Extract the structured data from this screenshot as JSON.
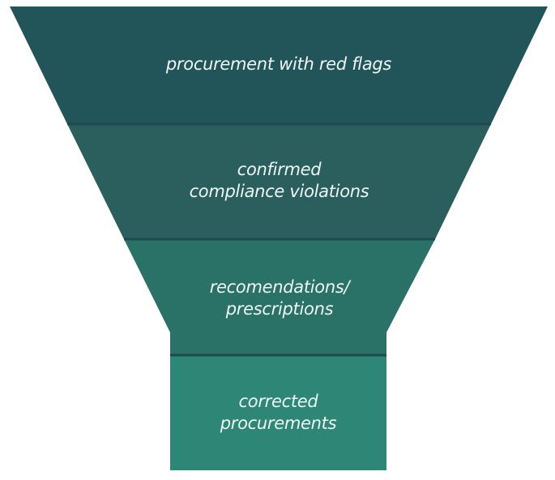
{
  "diagram": {
    "type": "funnel",
    "stages": [
      {
        "lines": [
          "procurement with red flags"
        ],
        "color": "#22555a"
      },
      {
        "lines": [
          "confirmed",
          "compliance violations"
        ],
        "color": "#2b5f5e"
      },
      {
        "lines": [
          "recomendations/",
          "prescriptions"
        ],
        "color": "#2a7168"
      },
      {
        "lines": [
          "corrected",
          "procurements"
        ],
        "color": "#2e8677"
      }
    ],
    "divider_color": "#1d4a4c"
  }
}
